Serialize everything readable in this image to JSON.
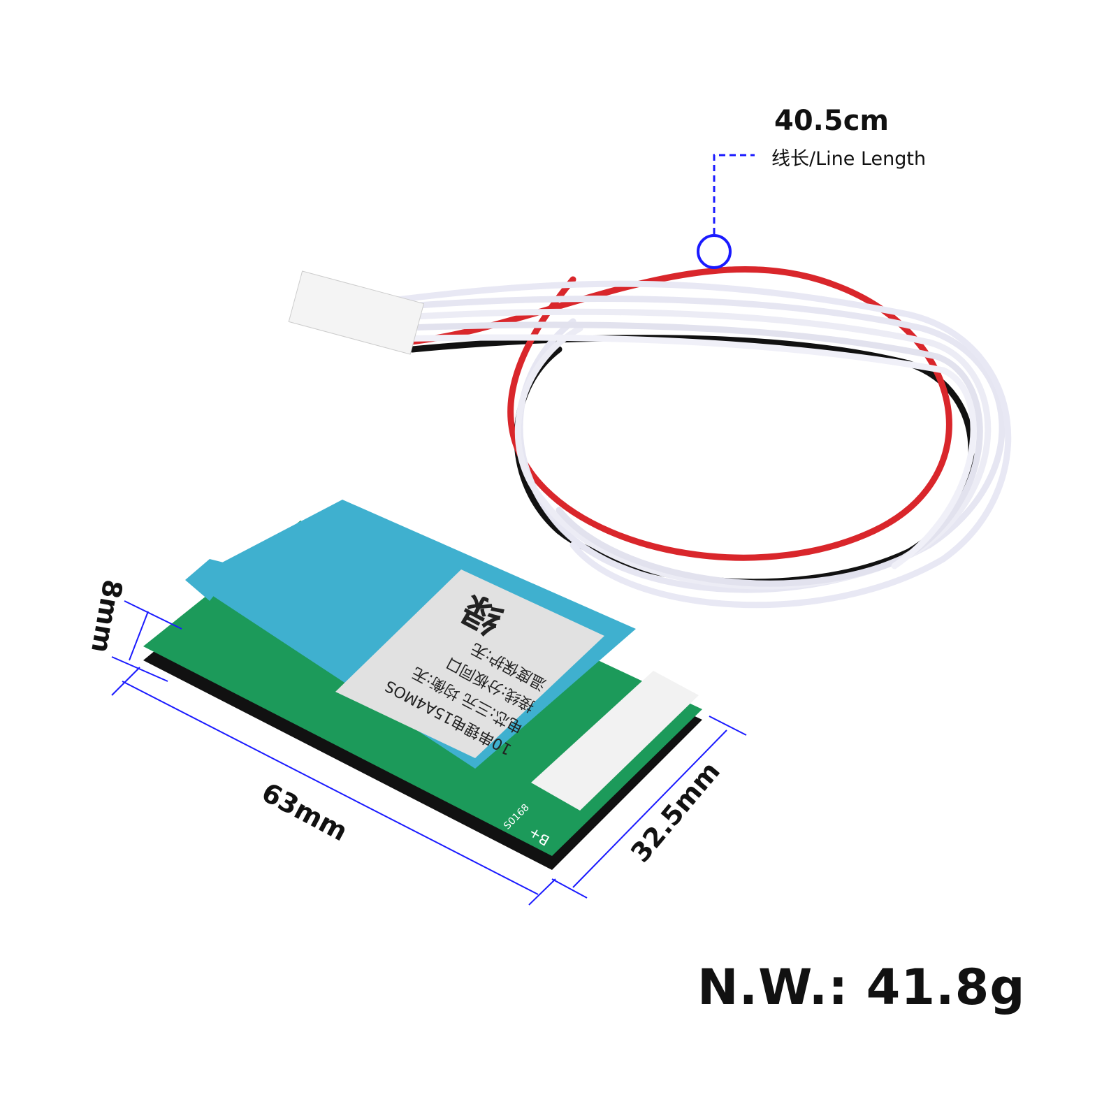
{
  "cable": {
    "length_value": "40.5cm",
    "length_label": "线长/Line Length"
  },
  "dimensions": {
    "length": "63mm",
    "width": "32.5mm",
    "height": "8mm"
  },
  "net_weight": "N.W.: 41.8g",
  "board_label": {
    "line1": "10串锂电15A4MOS",
    "line2": "电芯:三元 均衡:无",
    "line3": "接线:分板同口",
    "line4": "温度保护:无",
    "mark": "绿"
  },
  "pcb_silkscreen": {
    "model": "S0168",
    "terminal": "B+"
  },
  "colors": {
    "annotation": "#1a1aff",
    "heatsink": "#3fb0cf",
    "pcb": "#1c9a5a",
    "wire_red": "#d9262b"
  }
}
